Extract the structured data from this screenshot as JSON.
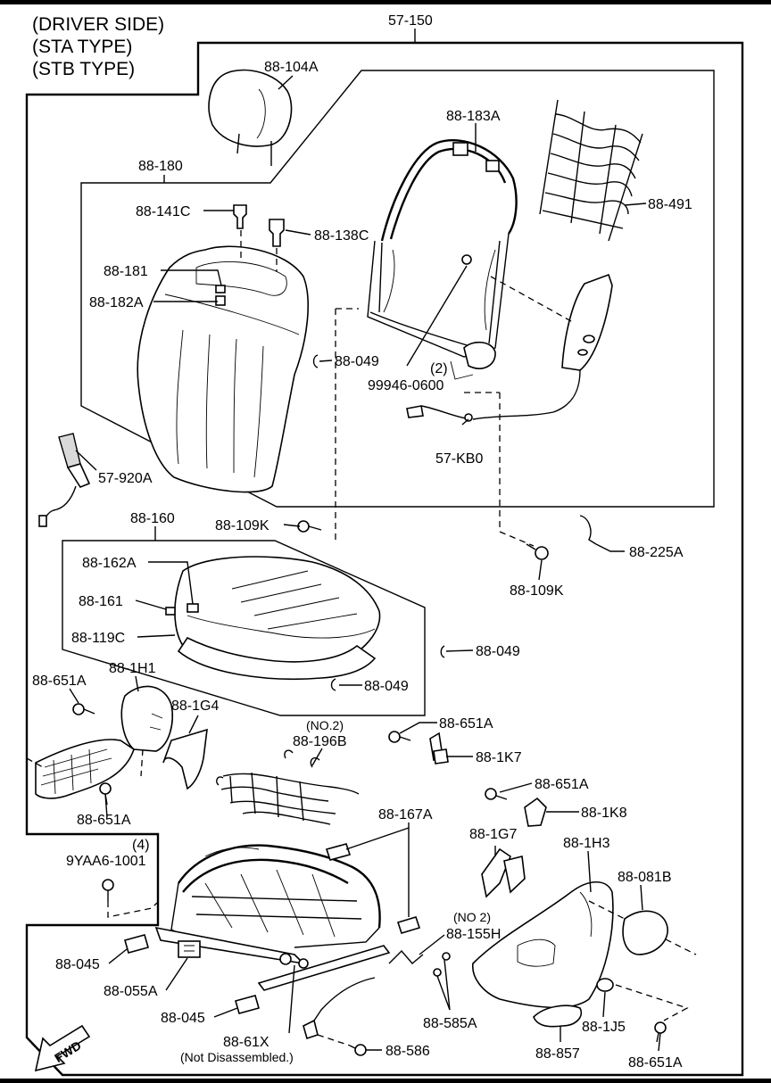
{
  "header": {
    "line1": "(DRIVER SIDE)",
    "line2": "(STA TYPE)",
    "line3": "(STB TYPE)"
  },
  "labels": {
    "l57_150": "57-150",
    "l88_104A": "88-104A",
    "l88_183A": "88-183A",
    "l88_180": "88-180",
    "l88_491": "88-491",
    "l88_141C": "88-141C",
    "l88_138C": "88-138C",
    "l88_181": "88-181",
    "l88_182A": "88-182A",
    "l88_049_a": "88-049",
    "l_qty2": "(2)",
    "l99946": "99946-0600",
    "l57_KB0": "57-KB0",
    "l57_920A": "57-920A",
    "l88_160": "88-160",
    "l88_109K_a": "88-109K",
    "l88_225A": "88-225A",
    "l88_162A": "88-162A",
    "l88_109K_b": "88-109K",
    "l88_161": "88-161",
    "l88_119C": "88-119C",
    "l88_049_b": "88-049",
    "l88_049_c": "88-049",
    "l88_651A_a": "88-651A",
    "l88_1H1": "88-1H1",
    "l88_1G4": "88-1G4",
    "l_no2_a": "(NO.2)",
    "l88_196B": "88-196B",
    "l88_651A_b": "88-651A",
    "l88_1K7": "88-1K7",
    "l88_651A_c": "88-651A",
    "l88_651A_d": "88-651A",
    "l88_1K8": "88-1K8",
    "l_qty4": "(4)",
    "l9YAA6": "9YAA6-1001",
    "l88_167A": "88-167A",
    "l88_1G7": "88-1G7",
    "l88_1H3": "88-1H3",
    "l88_081B": "88-081B",
    "l_no2_b": "(NO 2)",
    "l88_155H": "88-155H",
    "l88_045_a": "88-045",
    "l88_055A": "88-055A",
    "l88_585A": "88-585A",
    "l88_045_b": "88-045",
    "l88_1J5": "88-1J5",
    "l88_61X": "88-61X",
    "l_not_dis": "(Not Disassembled.)",
    "l88_586": "88-586",
    "l88_857": "88-857",
    "l88_651A_e": "88-651A",
    "fwd": "FWD"
  }
}
